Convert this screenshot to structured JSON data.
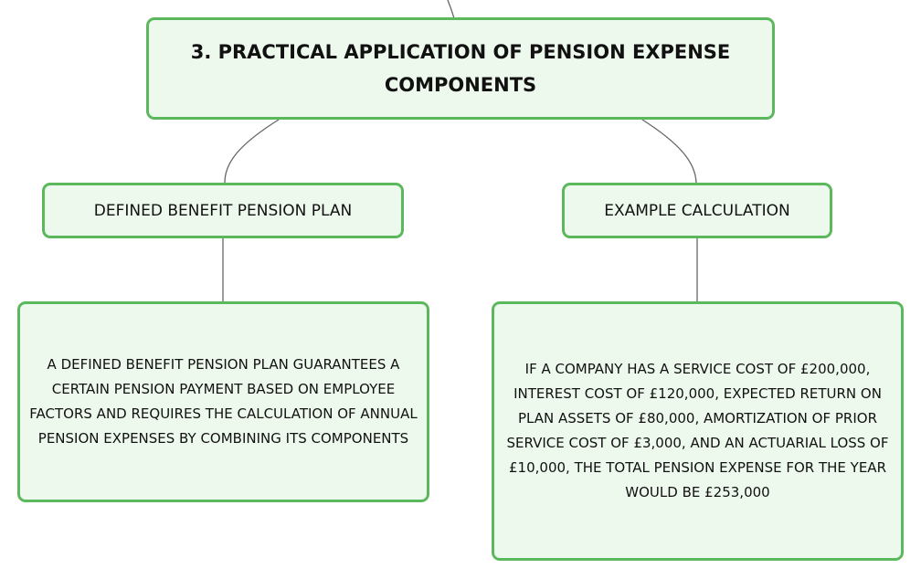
{
  "diagram": {
    "colors": {
      "node_border": "#5cb85c",
      "node_fill": "#eef9ee",
      "connector": "#666666",
      "text": "#111111"
    },
    "nodes": {
      "main": {
        "title": "3. PRACTICAL APPLICATION OF PENSION EXPENSE COMPONENTS"
      },
      "defined_benefit": {
        "label": "DEFINED BENEFIT PENSION PLAN",
        "description": "A DEFINED BENEFIT PENSION PLAN GUARANTEES A CERTAIN PENSION PAYMENT BASED ON EMPLOYEE FACTORS AND REQUIRES THE CALCULATION OF ANNUAL PENSION EXPENSES BY COMBINING ITS COMPONENTS"
      },
      "example_calculation": {
        "label": "EXAMPLE CALCULATION",
        "description": "IF A COMPANY HAS A SERVICE COST OF £200,000, INTEREST COST OF £120,000, EXPECTED RETURN ON PLAN ASSETS OF £80,000, AMORTIZATION OF PRIOR SERVICE COST OF £3,000, AND AN ACTUARIAL LOSS OF £10,000, THE TOTAL PENSION EXPENSE FOR THE YEAR WOULD BE £253,000"
      }
    },
    "edges": [
      {
        "from": "parent",
        "to": "main"
      },
      {
        "from": "main",
        "to": "defined_benefit"
      },
      {
        "from": "main",
        "to": "example_calculation"
      },
      {
        "from": "defined_benefit",
        "to": "defined_benefit_description"
      },
      {
        "from": "example_calculation",
        "to": "example_calculation_description"
      }
    ]
  }
}
